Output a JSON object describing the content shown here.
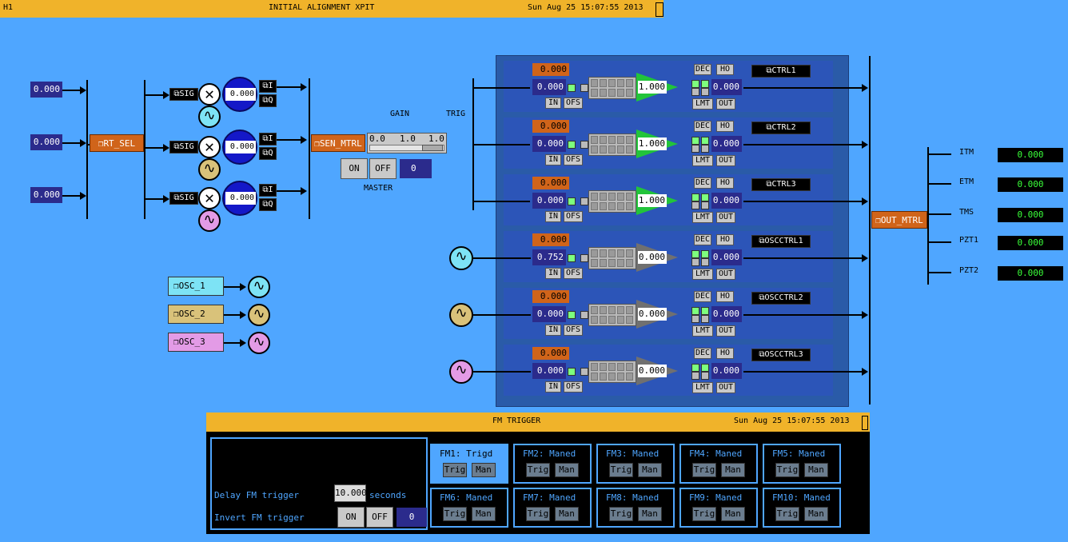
{
  "header": {
    "site": "H1",
    "title": "INITIAL ALIGNMENT XPIT",
    "datetime": "Sun Aug 25 15:07:55 2013"
  },
  "inputs": [
    "0.000",
    "0.000",
    "0.000"
  ],
  "rt_sel_label": "RT_SEL",
  "sig_label": "SIG",
  "demod": [
    {
      "value": "0.000",
      "i": "I",
      "q": "Q",
      "osc_color": "#7de3f5"
    },
    {
      "value": "0.000",
      "i": "I",
      "q": "Q",
      "osc_color": "#d9c27a"
    },
    {
      "value": "0.000",
      "i": "I",
      "q": "Q",
      "osc_color": "#e39be6"
    }
  ],
  "sen_mtrl_label": "SEN_MTRL",
  "gain": {
    "label": "GAIN",
    "trig_label": "TRIG",
    "value": "0.0",
    "scale_mid": "1.0",
    "scale_max": "1.0",
    "on": "ON",
    "off": "OFF",
    "state": "0",
    "master": "MASTER"
  },
  "oscillators": [
    {
      "label": "OSC_1",
      "color": "#7de3f5"
    },
    {
      "label": "OSC_2",
      "color": "#d9c27a"
    },
    {
      "label": "OSC_3",
      "color": "#e39be6"
    }
  ],
  "channels": [
    {
      "name": "CTRL1",
      "offset": "0.000",
      "input": "0.000",
      "gain": "1.000",
      "out": "0.000",
      "active": true
    },
    {
      "name": "CTRL2",
      "offset": "0.000",
      "input": "0.000",
      "gain": "1.000",
      "out": "0.000",
      "active": true
    },
    {
      "name": "CTRL3",
      "offset": "0.000",
      "input": "0.000",
      "gain": "1.000",
      "out": "0.000",
      "active": true
    },
    {
      "name": "OSCCTRL1",
      "offset": "0.000",
      "input": "0.752",
      "gain": "0.000",
      "out": "0.000",
      "active": false
    },
    {
      "name": "OSCCTRL2",
      "offset": "0.000",
      "input": "0.000",
      "gain": "0.000",
      "out": "0.000",
      "active": false
    },
    {
      "name": "OSCCTRL3",
      "offset": "0.000",
      "input": "0.000",
      "gain": "0.000",
      "out": "0.000",
      "active": false
    }
  ],
  "chan_buttons": {
    "dec": "DEC",
    "ho": "HO",
    "in": "IN",
    "ofs": "OFS",
    "lmt": "LMT",
    "out": "OUT"
  },
  "out_mtrl_label": "OUT_MTRL",
  "outputs": [
    {
      "label": "ITM",
      "value": "0.000"
    },
    {
      "label": "ETM",
      "value": "0.000"
    },
    {
      "label": "TMS",
      "value": "0.000"
    },
    {
      "label": "PZT1",
      "value": "0.000"
    },
    {
      "label": "PZT2",
      "value": "0.000"
    }
  ],
  "fm": {
    "title": "FM TRIGGER",
    "datetime": "Sun Aug 25 15:07:55 2013",
    "delay_label": "Delay FM trigger",
    "delay_value": "10.000",
    "seconds": "seconds",
    "invert_label": "Invert FM trigger",
    "on": "ON",
    "off": "OFF",
    "state": "0",
    "trig": "Trig",
    "man": "Man",
    "modules": [
      "FM1: Trigd",
      "FM2: Maned",
      "FM3: Maned",
      "FM4: Maned",
      "FM5: Maned",
      "FM6: Maned",
      "FM7: Maned",
      "FM8: Maned",
      "FM9: Maned",
      "FM10: Maned"
    ]
  }
}
